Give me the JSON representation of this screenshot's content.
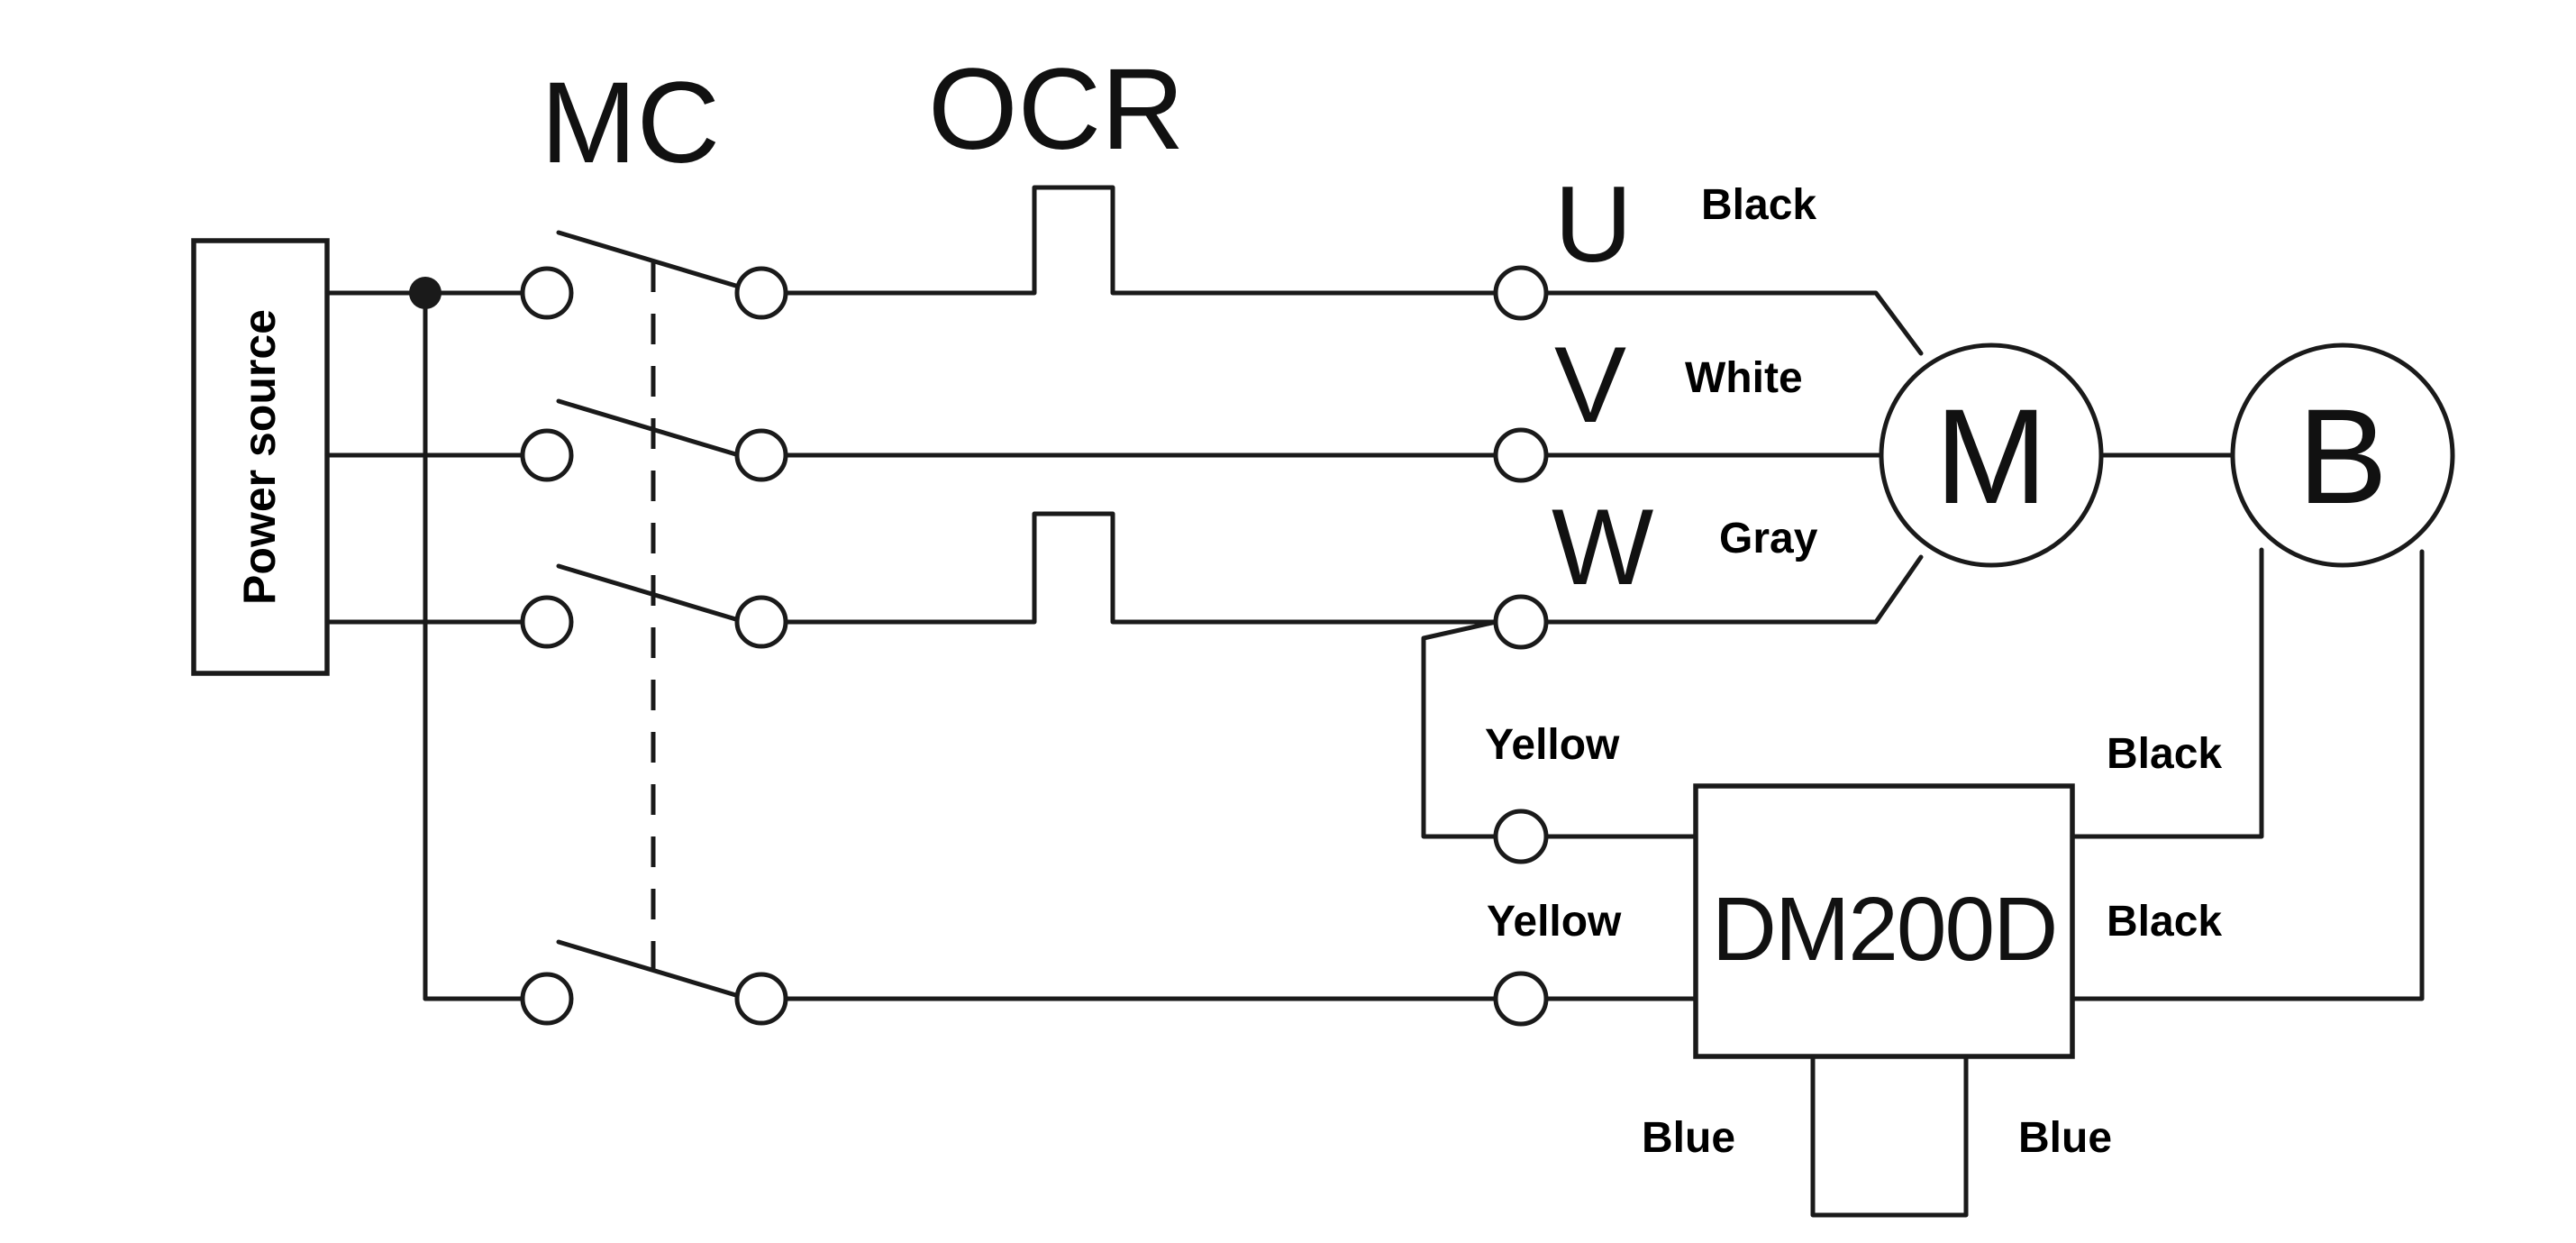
{
  "labels": {
    "mc": "MC",
    "ocr": "OCR",
    "power_source": "Power source",
    "u": "U",
    "v": "V",
    "w": "W",
    "motor": "M",
    "brake": "B",
    "device": "DM200D"
  },
  "wire_colors": {
    "u_wire": "Black",
    "v_wire": "White",
    "w_wire": "Gray",
    "yellow_top": "Yellow",
    "yellow_bottom": "Yellow",
    "brake_top": "Black",
    "brake_bottom": "Black",
    "blue_left": "Blue",
    "blue_right": "Blue"
  }
}
